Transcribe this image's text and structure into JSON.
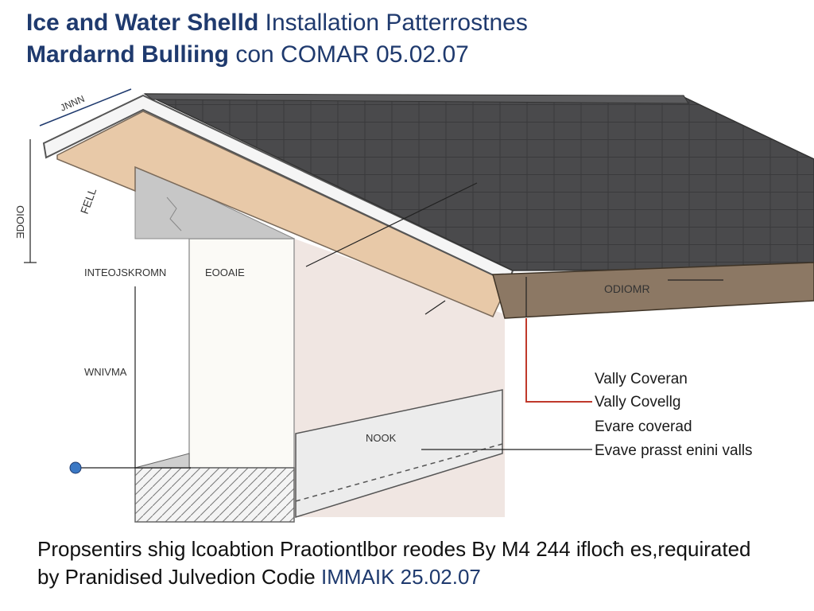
{
  "header": {
    "title_line1_a": "Ice and Water Shelld",
    "title_line1_b": "Installation Patterrostnes",
    "title_line2_a": "Mardarnd Bulliing",
    "title_line2_b": "con COMAR 05.02.07"
  },
  "diagram": {
    "label_top_dim": "JNNN",
    "label_left_dim": "ƎDOIO",
    "label_fell": "FELL",
    "label_intersection": "INTEOJSKROMN",
    "label_eave": "EOOAIE",
    "label_wall": "WNIVMA",
    "label_overhang": "ODIOMR",
    "label_hook": "NOOK",
    "colors": {
      "shingles": "#4a4a4c",
      "fascia_wood": "#e8c9a8",
      "soffit": "#8c7864",
      "wall": "#f0e6e2",
      "concrete": "#bdbdbd",
      "accent_line": "#c0392b",
      "marker": "#3b78c4"
    }
  },
  "legend": {
    "items": [
      "Vally Coveran",
      "Vally Covellg",
      "Evare coverad",
      "Evave prasst enini valls"
    ]
  },
  "caption": {
    "line1": "Propsentirs shig lcoabtion Praotiontlbor reodes By M4 244 iflocħ es,requirated",
    "line2_a": "by Pranidised Julvedion Codie",
    "line2_b": "IMMAIK 25.02.07"
  }
}
